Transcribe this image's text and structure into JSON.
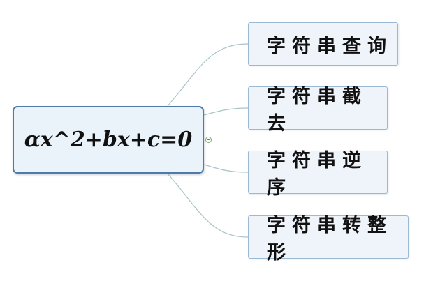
{
  "mindmap": {
    "root": {
      "label": "αx^2+bx+c=0"
    },
    "children": [
      {
        "label": "字符串查询"
      },
      {
        "label": "字符串截去"
      },
      {
        "label": "字符串逆序"
      },
      {
        "label": "字符串转整形"
      }
    ],
    "colors": {
      "connector": "#a8c4c8",
      "root_border": "#4f7ba6",
      "node_border": "#9cb9d3",
      "node_fill": "#eef4fa"
    }
  }
}
